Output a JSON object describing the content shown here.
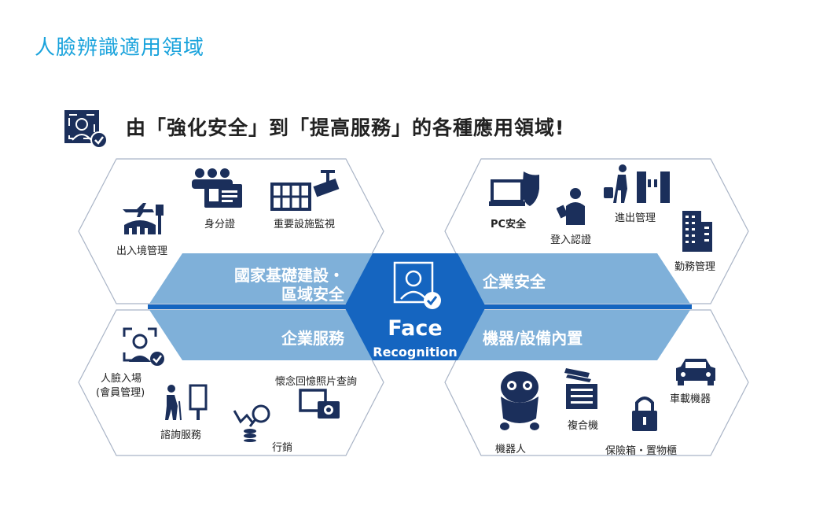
{
  "title": "人臉辨識適用領域",
  "subtitle": "由「強化安全」到「提高服務」的各種應用領域!",
  "center": {
    "line1": "Face",
    "line2": "Recognition"
  },
  "bands": {
    "top_left_1": "國家基礎建設・",
    "top_left_2": "區域安全",
    "top_right": "企業安全",
    "bottom_left": "企業服務",
    "bottom_right": "機器/設備內置"
  },
  "quadrants": {
    "top_left": {
      "items": [
        "出入境管理",
        "身分證",
        "重要設施監視"
      ]
    },
    "top_right": {
      "items": [
        "PC安全",
        "登入認證",
        "進出管理",
        "勤務管理"
      ]
    },
    "bottom_left": {
      "items": [
        "人臉入場",
        "(會員管理)",
        "諮詢服務",
        "行銷",
        "懷念回憶照片查詢"
      ]
    },
    "bottom_right": {
      "items": [
        "機器人",
        "複合機",
        "保險箱・置物櫃",
        "車載機器"
      ]
    }
  },
  "colors": {
    "title": "#1aa3dc",
    "band": "#7fb0d9",
    "center": "#1565c0",
    "icon": "#1b2f5b",
    "hex_border": "#a9b4c6"
  }
}
